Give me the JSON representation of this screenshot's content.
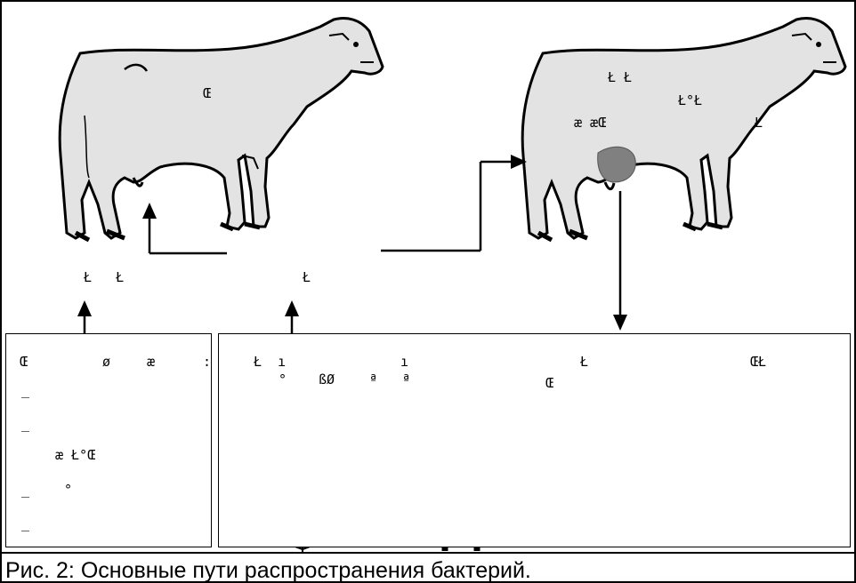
{
  "caption": "Рис. 2:  Основные пути распространения бактерий.",
  "labels": {
    "cow_left_mark": "Œ",
    "cow_right_top": "Ł Ł",
    "cow_right_mid": "Ł°Ł",
    "cow_right_left": "æ æŒ",
    "cow_right_far": "Ł",
    "label_left": "Ł   Ł",
    "label_mid": "Ł",
    "box1_head_a": "Œ",
    "box1_head_b": "ø",
    "box1_head_c": "æ",
    "box1_colon": ":",
    "box1_dash1": "_",
    "box1_dash2": "_",
    "box1_text": "æ Ł°Œ",
    "box1_dash3": "_",
    "box1_circle": "°",
    "box1_dash4": "_",
    "box2_a": "Ł  ı",
    "box2_b": "ı",
    "box2_c": "°",
    "box2_d": "ßØ",
    "box2_e": "ª",
    "box2_f": "ª",
    "box2_g": "Ł",
    "box2_h": "Œ",
    "box2_i": "ŒŁ"
  }
}
